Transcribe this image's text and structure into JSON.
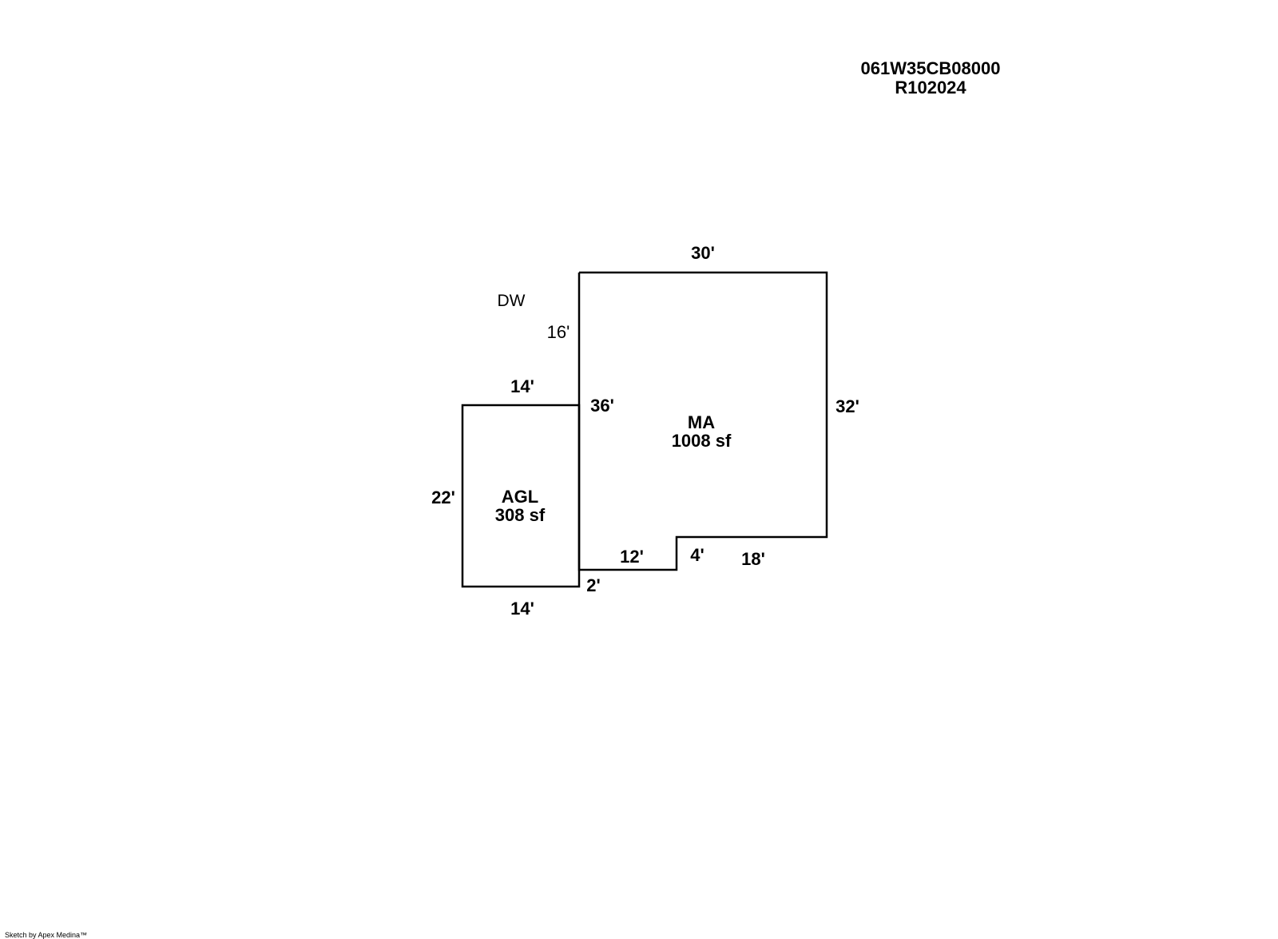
{
  "header": {
    "parcel_id": "061W35CB08000",
    "account_id": "R102024"
  },
  "notes": {
    "driveway": "DW"
  },
  "areas": {
    "main": {
      "code": "MA",
      "area": "1008 sf"
    },
    "garage": {
      "code": "AGL",
      "area": "308 sf"
    }
  },
  "dimensions": {
    "ma_top": "30'",
    "ma_right": "32'",
    "ma_bottom_right": "18'",
    "ma_notch_height": "4'",
    "ma_bottom_left": "12'",
    "ma_left_upper": "16'",
    "ma_left_full": "36'",
    "agl_top": "14'",
    "agl_left": "22'",
    "agl_bottom": "14'",
    "agl_offset": "2'"
  },
  "footer": {
    "credit": "Sketch by Apex Medina™"
  }
}
